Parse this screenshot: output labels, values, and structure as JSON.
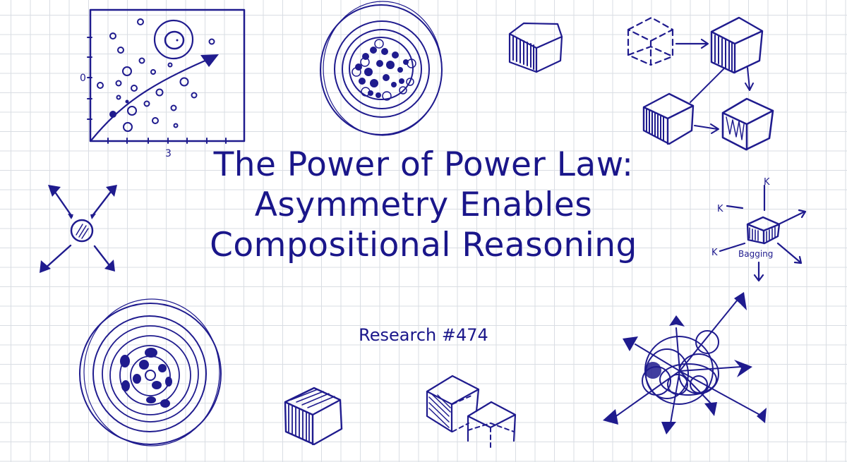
{
  "title": {
    "lines": [
      "The Power of Power Law:",
      "Asymmetry Enables",
      "Compositional Reasoning"
    ]
  },
  "subtitle": "Research #474",
  "labels": {
    "scatter_y_tick": "0",
    "scatter_x_tick": "3",
    "bagging": "Bagging",
    "k_top": "K",
    "k_left": "K",
    "k_bottom_left": "K"
  },
  "colors": {
    "ink": "#1f1b8e",
    "grid": "#d9dde3",
    "paper": "#ffffff"
  },
  "illustrations": [
    "scatter-plot-with-trend-arrow",
    "concentric-circles-cluster",
    "hatched-cube",
    "cube-composition-diagram",
    "radial-arrows-node",
    "bagging-cube",
    "concentric-orbit-circles",
    "solid-cube",
    "overlapping-cubes",
    "tangled-radial-arrows"
  ]
}
